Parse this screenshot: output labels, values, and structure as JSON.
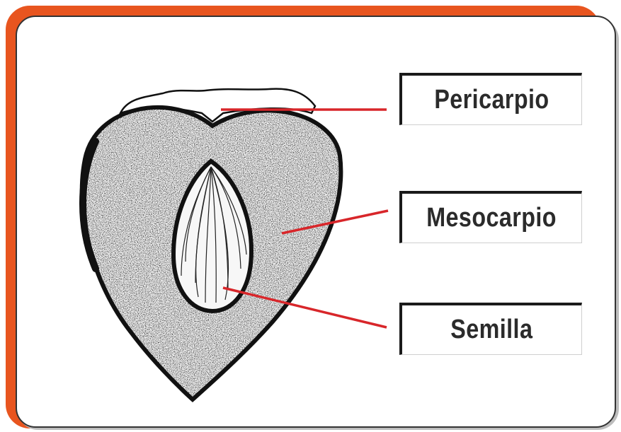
{
  "colors": {
    "frame_accent": "#e8551f",
    "leader_line": "#d8262a",
    "outline": "#111111"
  },
  "labels": {
    "pericarpio": "Pericarpio",
    "mesocarpio": "Mesocarpio",
    "semilla": "Semilla"
  }
}
